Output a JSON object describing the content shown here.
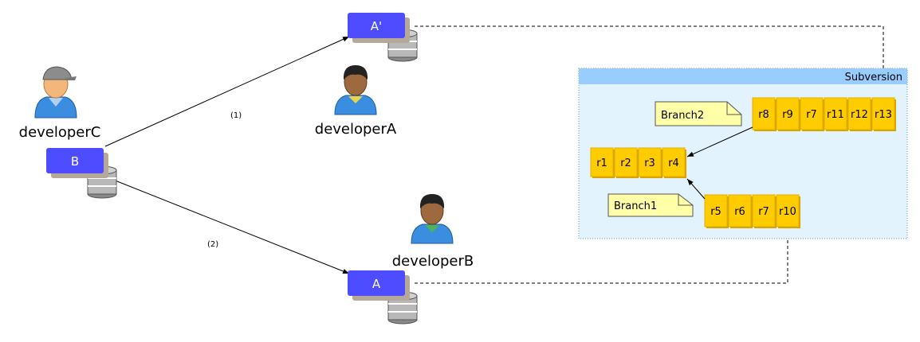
{
  "developers": {
    "c": "developerC",
    "a": "developerA",
    "b": "developerB"
  },
  "repos": {
    "b": "B",
    "a_prime": "A'",
    "a": "A"
  },
  "edges": {
    "one": "(1)",
    "two": "(2)"
  },
  "subversion": {
    "title": "Subversion",
    "trunk": [
      "r1",
      "r2",
      "r3",
      "r4"
    ],
    "branch1": {
      "label": "Branch1",
      "revisions": [
        "r5",
        "r6",
        "r7",
        "r10"
      ]
    },
    "branch2": {
      "label": "Branch2",
      "revisions": [
        "r8",
        "r9",
        "r7",
        "r11",
        "r12",
        "r13"
      ]
    }
  },
  "colors": {
    "repo_box": "#4d4dff",
    "revision": "#ffcc00",
    "note": "#ffffa8",
    "svn_header": "#99ccff",
    "svn_body": "#e3f3fd"
  }
}
